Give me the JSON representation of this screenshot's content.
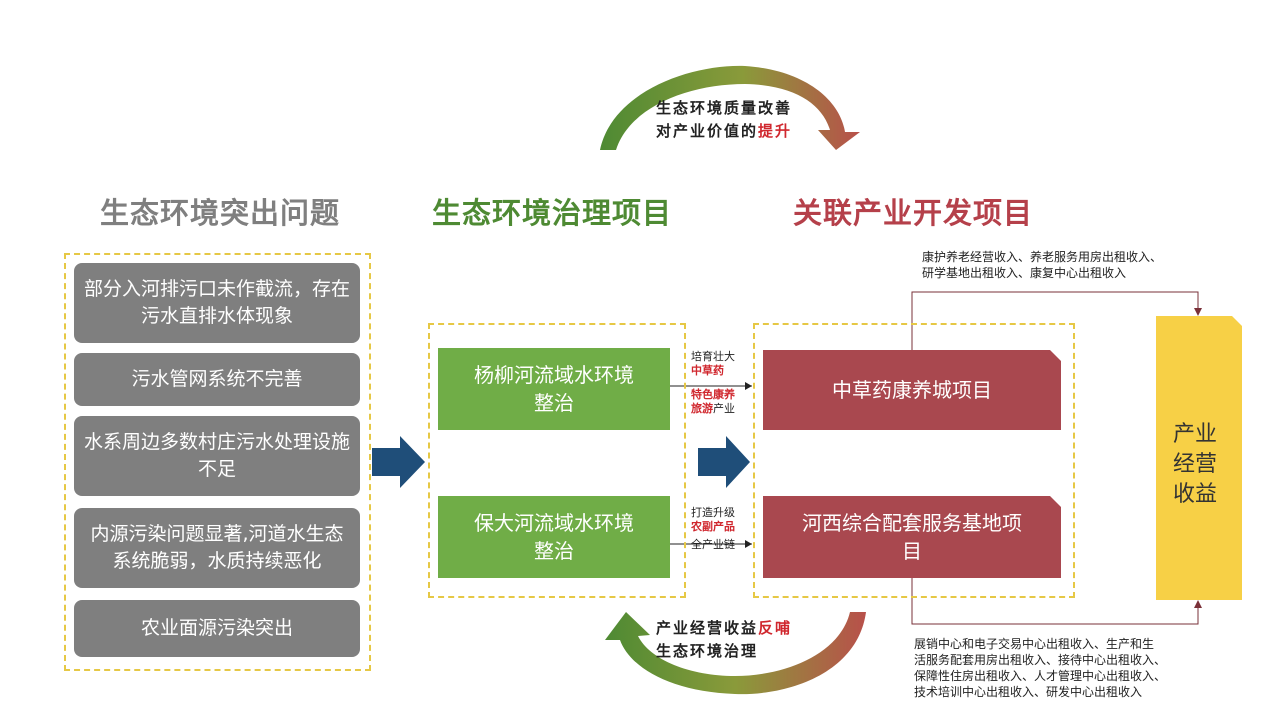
{
  "headings": {
    "problems": "生态环境突出问题",
    "governance": "生态环境治理项目",
    "industry": "关联产业开发项目"
  },
  "colors": {
    "grey": "#7f7f7f",
    "green": "#70ad47",
    "red": "#a9484f",
    "gold": "#f7d046",
    "arrow_blue": "#1f4e79",
    "dash": "#e6c845"
  },
  "problems": [
    "部分入河排污口未作截流，存在污水直排水体现象",
    "污水管网系统不完善",
    "水系周边多数村庄污水处理设施不足",
    "内源污染问题显著,河道水生态系统脆弱，水质持续恶化",
    "农业面源污染突出"
  ],
  "governance": [
    "杨柳河流域水环境整治",
    "保大河流域水环境整治"
  ],
  "industry": [
    "中草药康养城项目",
    "河西综合配套服务基地项目"
  ],
  "revenue_box": "产业经营收益",
  "link1": {
    "line1": "培育壮大",
    "line2": "中草药",
    "line3a": "特色康养",
    "line4a": "旅游",
    "line4b": "产业"
  },
  "link2": {
    "line1": "打造升级",
    "line2": "农副产品",
    "line3": "全产业链"
  },
  "note_top": {
    "line1": "康护养老经营收入、养老服务用房出租收入、",
    "line2": "研学基地出租收入、康复中心出租收入"
  },
  "note_bottom": {
    "line1": "展销中心和电子交易中心出租收入、生产和生",
    "line2": "活服务配套用房出租收入、接待中心出租收入、",
    "line3": "保障性住房出租收入、人才管理中心出租收入、",
    "line4": "技术培训中心出租收入、研发中心出租收入"
  },
  "cycle_top": {
    "line1": "生态环境质量改善",
    "line2a": "对产业价值的",
    "line2b": "提升"
  },
  "cycle_bottom": {
    "line1a": "产业经营收益",
    "line1b": "反哺",
    "line2": "生态环境治理"
  }
}
